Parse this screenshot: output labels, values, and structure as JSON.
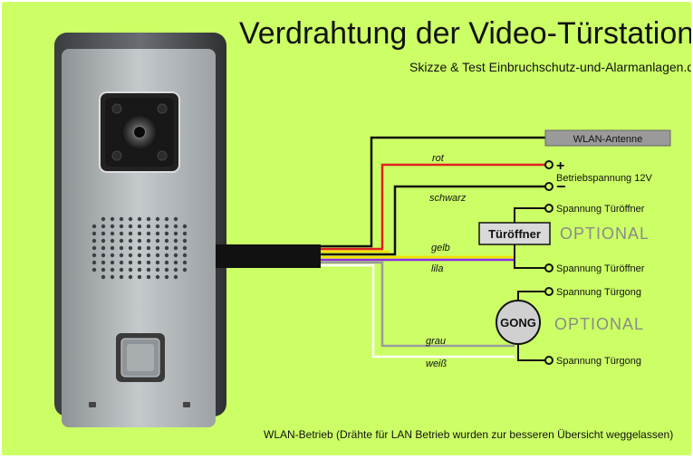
{
  "title": "Verdrahtung der Video-Türstation",
  "subtitle": "Skizze & Test Einbruchschutz-und-Alarmanlagen.de",
  "antenna_label": "WLAN-Antenne",
  "plus_sign": "+",
  "minus_sign": "−",
  "power_label": "Betriebspannung 12V",
  "wires": {
    "rot": "rot",
    "schwarz": "schwarz",
    "gelb": "gelb",
    "lila": "lila",
    "grau": "grau",
    "weiss": "weiß"
  },
  "door_opener": {
    "box_label": "Türöffner",
    "optional": "OPTIONAL",
    "terminal_top": "Spannung Türöffner",
    "terminal_bottom": "Spannung Türöffner"
  },
  "gong": {
    "label": "GONG",
    "optional": "OPTIONAL",
    "terminal_top": "Spannung Türgong",
    "terminal_bottom": "Spannung Türgong"
  },
  "footer": "WLAN-Betrieb (Drähte für LAN Betrieb wurden zur besseren Übersicht weggelassen)",
  "colors": {
    "background": "#ccff66",
    "red": "#e02020",
    "yellow": "#f5e000",
    "purple": "#8a2be2",
    "grey": "#9a9a9a",
    "white": "#ffffff",
    "black": "#111111"
  }
}
